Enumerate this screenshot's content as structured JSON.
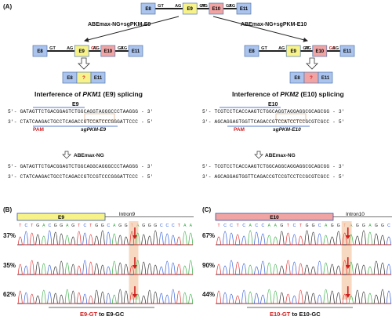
{
  "panels": {
    "a": "(A)",
    "b": "(B)",
    "c": "(C)"
  },
  "top_gene": {
    "exons": [
      "E8",
      "E9",
      "E10",
      "E11"
    ],
    "junction": [
      "GT",
      "AG",
      "GT",
      "AG",
      "GT",
      "AG"
    ]
  },
  "branches": {
    "left": "ABEmax-NG+sgPKM-E9",
    "right": "ABEmax-NG+sgPKM-E10"
  },
  "left_gene": {
    "exons": [
      "E8",
      "E9",
      "E10",
      "E11"
    ],
    "junction": [
      "GT",
      "AG",
      "GC",
      "AG",
      "GT",
      "AG"
    ]
  },
  "right_gene": {
    "exons": [
      "E8",
      "E9",
      "E10",
      "E11"
    ],
    "junction": [
      "GT",
      "AG",
      "GT",
      "AG",
      "GC",
      "AG"
    ]
  },
  "left_product": {
    "exons": [
      "E8",
      "?",
      "E11"
    ]
  },
  "right_product": {
    "exons": [
      "E8",
      "?",
      "E11"
    ]
  },
  "left_title": {
    "pre": "Interference of ",
    "gene": "PKM1",
    "post": " (E9) splicing"
  },
  "right_title": {
    "pre": "Interference of ",
    "gene": "PKM2",
    "post": " (E10) splicing"
  },
  "left_seq": {
    "exon": "E9",
    "s1": "5'- GATAGTTCTGACGGAGTCTGGCAGGTAGGGCCCTAAGGG - 3'",
    "s2": "3'- CTATCAAGACTGCCTCAGACCGTCCATCCCGGGATTCCC - 5'",
    "pam": "PAM",
    "sg": "sgPKM-E9",
    "method": "ABEmax-NG",
    "s3": "5'- GATAGTTCTGACGGAGTCTGGCAGGCAGGGCCCTAAGGG - 3'",
    "s4": "3'- CTATCAAGACTGCCTCAGACCGTCCGTCCCGGGATTCCC - 5'"
  },
  "right_seq": {
    "exon": "E10",
    "s1": "5'- TCGTCCTCACCAAGTCTGGCAGGTAGGAGGCGCAGCGG - 3'",
    "s2": "3'- AGCAGGAGTGGTTCAGACCGTCCATCCTCCGCGTCGCC - 5'",
    "pam": "PAM",
    "sg": "sgPKM-E10",
    "method": "ABEmax-NG",
    "s3": "5'- TCGTCCTCACCAAGTCTGGCAGGCAGGAGGCGCAGCGG - 3'",
    "s4": "3'- AGCAGGAGTGGTTCAGACCGTCCGTCCTCCGCGTCGCC - 5'"
  },
  "panel_b": {
    "exon": "E9",
    "intron": "Intron9",
    "seq": "TCTGACGGAGTCTGGCAGGTAGGGCCCTAA",
    "pcts": [
      "37%",
      "35%",
      "62%"
    ],
    "caption_pre": "E9-GT",
    "caption_post": " to E9-GC"
  },
  "panel_c": {
    "exon": "E10",
    "intron": "Intron10",
    "seq": "TCCTCACCAAGTCTGGCAGGTAGGAGGC",
    "pcts": [
      "67%",
      "90%",
      "44%"
    ],
    "caption_pre": "E10-GT",
    "caption_post": " to E10-GC"
  },
  "colors": {
    "exon_blue": "#aac4ee",
    "exon_yellow": "#f7f38a",
    "exon_red": "#f0a4a4",
    "peak_a": "#2eaa3c",
    "peak_c": "#2a55d6",
    "peak_g": "#222222",
    "peak_t": "#e02424",
    "highlight": "#f4c9a8"
  }
}
